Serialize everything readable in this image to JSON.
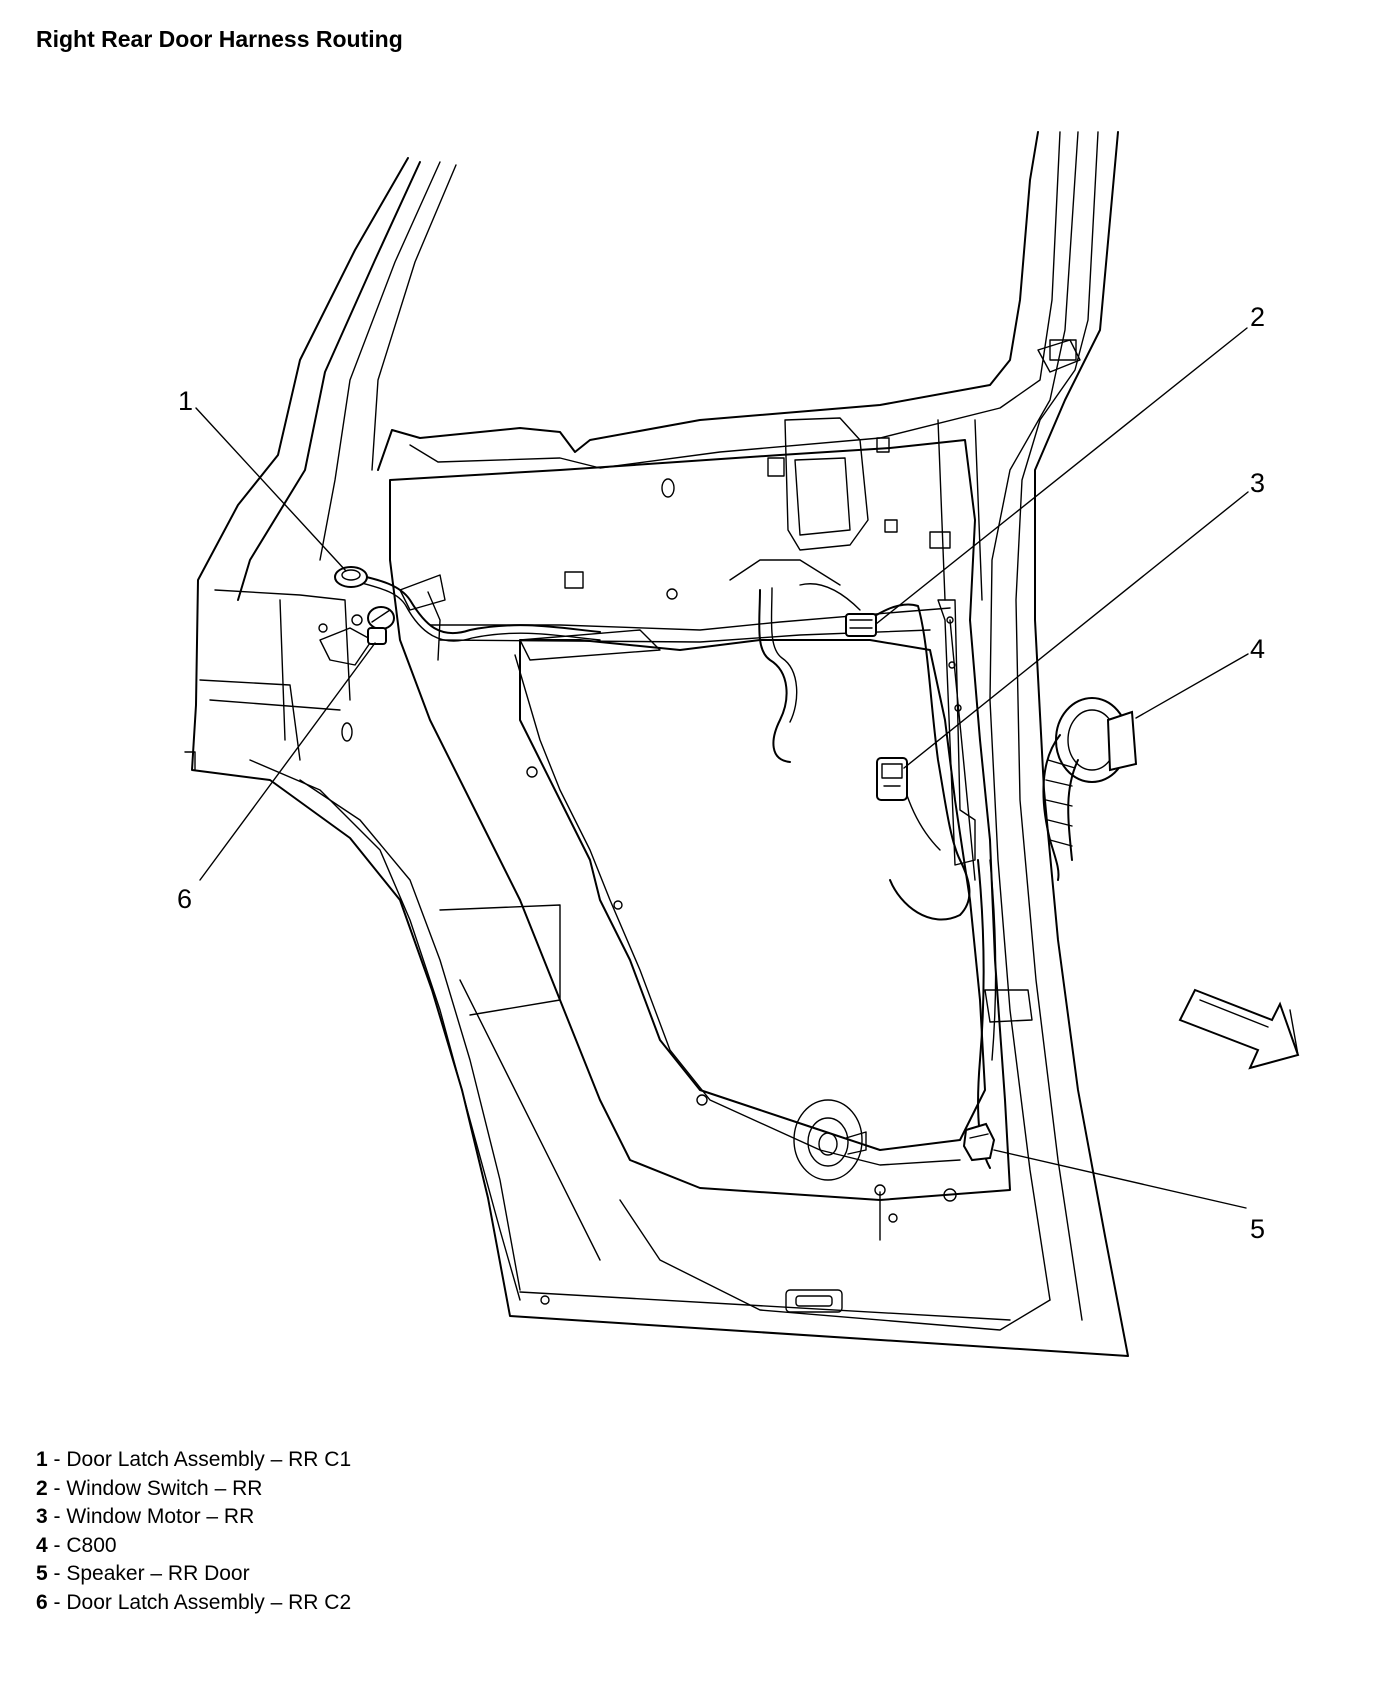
{
  "title": "Right Rear Door Harness Routing",
  "callouts": [
    {
      "number": "1",
      "name": "Door Latch Assembly – RR C1"
    },
    {
      "number": "2",
      "name": "Window Switch – RR"
    },
    {
      "number": "3",
      "name": "Window Motor – RR"
    },
    {
      "number": "4",
      "name": "C800"
    },
    {
      "number": "5",
      "name": "Speaker – RR Door"
    },
    {
      "number": "6",
      "name": "Door Latch Assembly – RR C2"
    }
  ],
  "legend": [
    {
      "number": "1",
      "sep": " - ",
      "text": "Door Latch Assembly – RR C1"
    },
    {
      "number": "2",
      "sep": " - ",
      "text": "Window Switch – RR"
    },
    {
      "number": "3",
      "sep": " - ",
      "text": "Window Motor – RR"
    },
    {
      "number": "4",
      "sep": " - ",
      "text": "C800"
    },
    {
      "number": "5",
      "sep": " - ",
      "text": "Speaker – RR Door"
    },
    {
      "number": "6",
      "sep": " - ",
      "text": "Door Latch Assembly – RR C2"
    }
  ],
  "colors": {
    "line": "#000000",
    "background": "#ffffff"
  }
}
